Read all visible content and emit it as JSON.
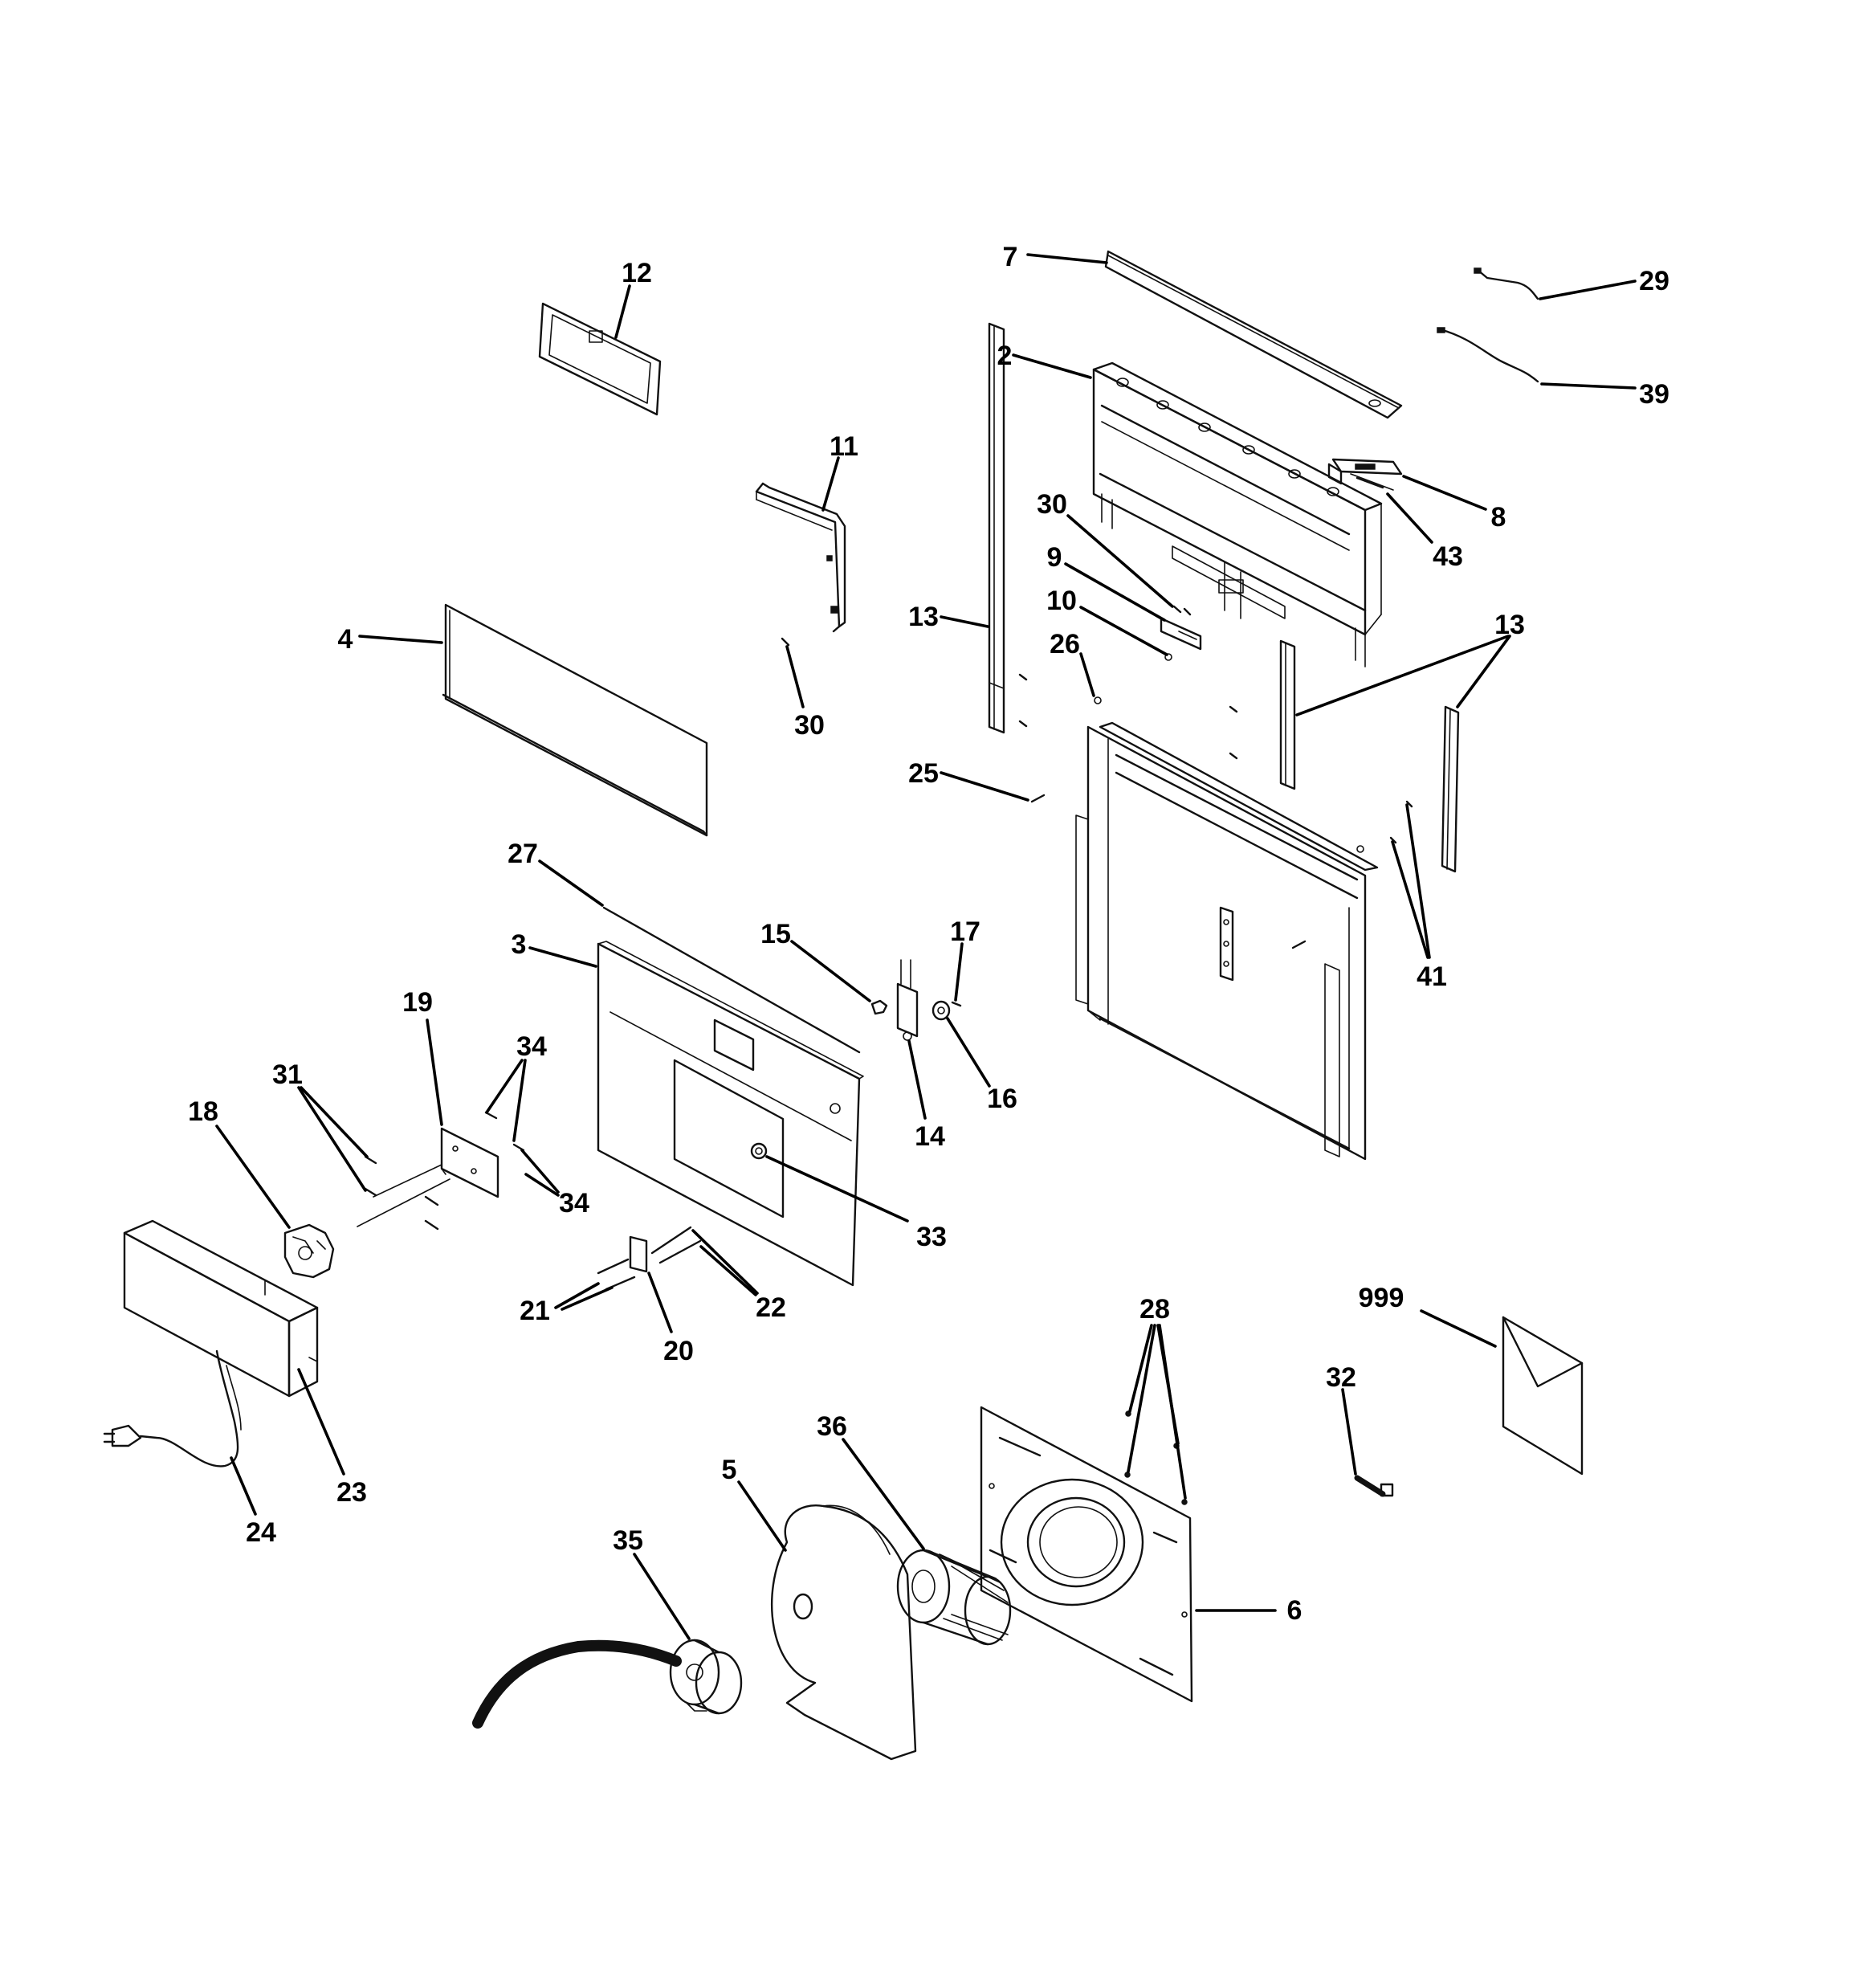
{
  "callouts": [
    {
      "id": "c12",
      "label": "12"
    },
    {
      "id": "c7",
      "label": "7"
    },
    {
      "id": "c29",
      "label": "29"
    },
    {
      "id": "c2",
      "label": "2"
    },
    {
      "id": "c39",
      "label": "39"
    },
    {
      "id": "c11",
      "label": "11"
    },
    {
      "id": "c8",
      "label": "8"
    },
    {
      "id": "c43",
      "label": "43"
    },
    {
      "id": "c30a",
      "label": "30"
    },
    {
      "id": "c9",
      "label": "9"
    },
    {
      "id": "c10",
      "label": "10"
    },
    {
      "id": "c13a",
      "label": "13"
    },
    {
      "id": "c13b",
      "label": "13"
    },
    {
      "id": "c4",
      "label": "4"
    },
    {
      "id": "c26",
      "label": "26"
    },
    {
      "id": "c30b",
      "label": "30"
    },
    {
      "id": "c25",
      "label": "25"
    },
    {
      "id": "c27",
      "label": "27"
    },
    {
      "id": "c15",
      "label": "15"
    },
    {
      "id": "c17",
      "label": "17"
    },
    {
      "id": "c3",
      "label": "3"
    },
    {
      "id": "c41",
      "label": "41"
    },
    {
      "id": "c19",
      "label": "19"
    },
    {
      "id": "c34a",
      "label": "34"
    },
    {
      "id": "c31",
      "label": "31"
    },
    {
      "id": "c16",
      "label": "16"
    },
    {
      "id": "c18",
      "label": "18"
    },
    {
      "id": "c14",
      "label": "14"
    },
    {
      "id": "c34b",
      "label": "34"
    },
    {
      "id": "c33",
      "label": "33"
    },
    {
      "id": "c21",
      "label": "21"
    },
    {
      "id": "c22",
      "label": "22"
    },
    {
      "id": "c999",
      "label": "999"
    },
    {
      "id": "c28",
      "label": "28"
    },
    {
      "id": "c20",
      "label": "20"
    },
    {
      "id": "c32",
      "label": "32"
    },
    {
      "id": "c36",
      "label": "36"
    },
    {
      "id": "c23",
      "label": "23"
    },
    {
      "id": "c5",
      "label": "5"
    },
    {
      "id": "c24",
      "label": "24"
    },
    {
      "id": "c35",
      "label": "35"
    },
    {
      "id": "c6",
      "label": "6"
    }
  ]
}
